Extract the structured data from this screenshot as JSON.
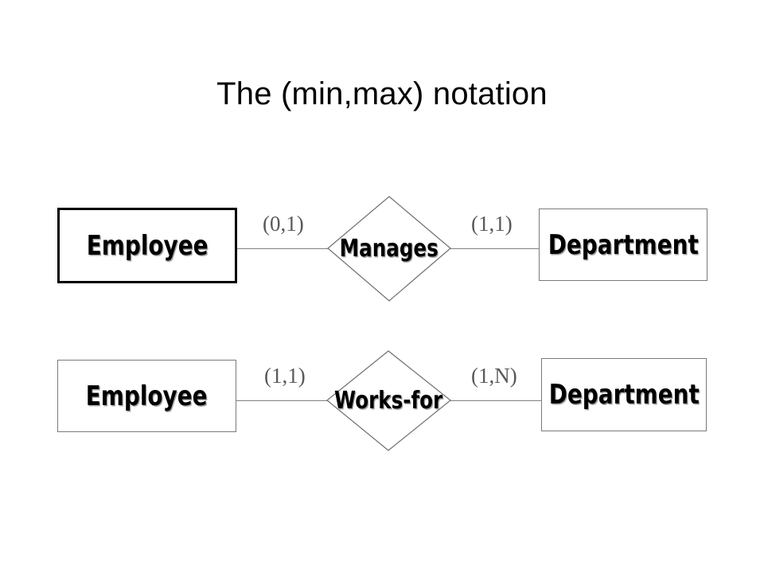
{
  "slide": {
    "title": "The (min,max) notation",
    "background_color": "#ffffff"
  },
  "style": {
    "entity_border_strong": "#000000",
    "entity_border_thin": "#7a7a7a",
    "connector_color": "#808080",
    "diamond_border": "#6e6e6e",
    "label_text_color": "#595959",
    "name_text_color": "#000000"
  },
  "diagram": {
    "rows": [
      {
        "id": "manages-relationship-row",
        "left_entity": "Employee",
        "left_cardinality": "(0,1)",
        "relationship": "Manages",
        "right_cardinality": "(1,1)",
        "right_entity": "Department"
      },
      {
        "id": "works-for-relationship-row",
        "left_entity": "Employee",
        "left_cardinality": "(1,1)",
        "relationship": "Works-for",
        "right_cardinality": "(1,N)",
        "right_entity": "Department"
      }
    ]
  }
}
